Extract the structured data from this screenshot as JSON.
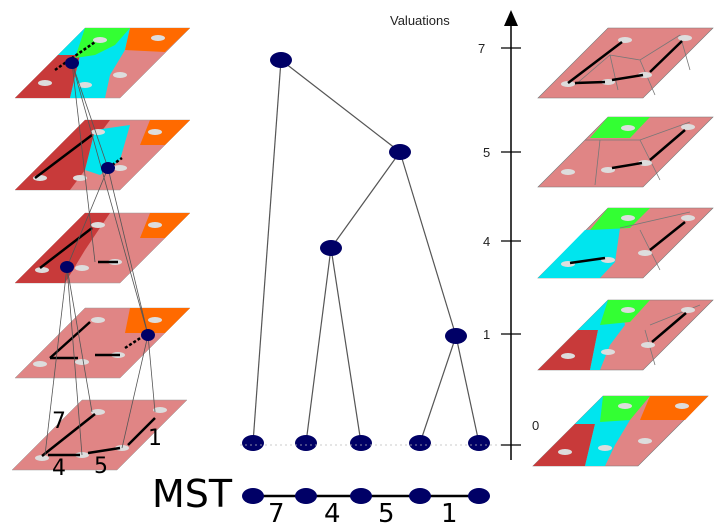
{
  "axis": {
    "title": "Valuations",
    "ticks": [
      "7",
      "5",
      "4",
      "1",
      "0"
    ]
  },
  "mst": {
    "label": "MST",
    "edge_weights": [
      "7",
      "4",
      "5",
      "1"
    ]
  },
  "base_panel": {
    "edge_weights": [
      "7",
      "4",
      "5",
      "1"
    ]
  },
  "colors": {
    "node": "#000066",
    "region_red": "#c83a3a",
    "region_cyan": "#00e5ee",
    "region_green": "#33ff33",
    "region_orange": "#ff6a00",
    "region_pink": "#e08585"
  }
}
